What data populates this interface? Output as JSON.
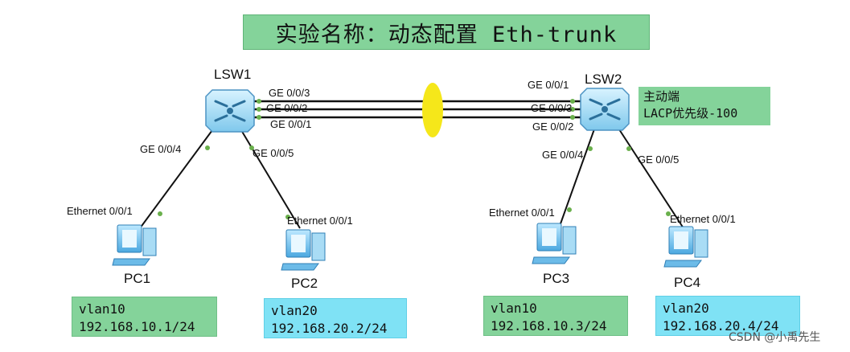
{
  "title": "实验名称：动态配置 Eth-trunk",
  "switches": {
    "lsw1": {
      "name": "LSW1"
    },
    "lsw2": {
      "name": "LSW2"
    }
  },
  "trunk_ports": {
    "lsw1": [
      "GE 0/0/3",
      "GE 0/0/2",
      "GE 0/0/1"
    ],
    "lsw2": [
      "GE 0/0/1",
      "GE 0/0/3",
      "GE 0/0/2"
    ]
  },
  "access_ports": {
    "lsw1_to_pc1": "GE 0/0/4",
    "lsw1_to_pc2": "GE 0/0/5",
    "lsw2_to_pc3": "GE 0/0/4",
    "lsw2_to_pc4": "GE 0/0/5"
  },
  "pcs": [
    {
      "name": "PC1",
      "port": "Ethernet 0/0/1",
      "vlan": "vlan10",
      "ip": "192.168.10.1/24",
      "color": "#84d39a"
    },
    {
      "name": "PC2",
      "port": "Ethernet 0/0/1",
      "vlan": "vlan20",
      "ip": "192.168.20.2/24",
      "color": "#7fe2f5"
    },
    {
      "name": "PC3",
      "port": "Ethernet 0/0/1",
      "vlan": "vlan10",
      "ip": "192.168.10.3/24",
      "color": "#84d39a"
    },
    {
      "name": "PC4",
      "port": "Ethernet 0/0/1",
      "vlan": "vlan20",
      "ip": "192.168.20.4/24",
      "color": "#7fe2f5"
    }
  ],
  "active_side": {
    "line1": "主动端",
    "line2": "LACP优先级-100"
  },
  "watermark": "CSDN @小禹先生",
  "icons": {
    "switch": "switch-icon",
    "pc": "pc-icon",
    "bundle": "link-aggregation-ellipse"
  }
}
